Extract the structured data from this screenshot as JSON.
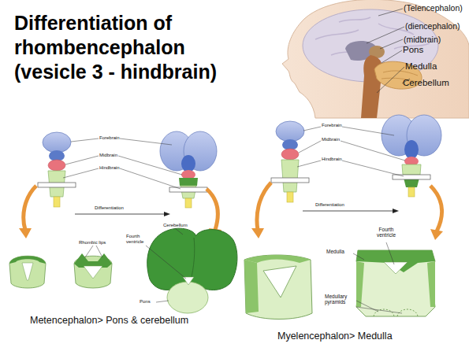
{
  "diagram": {
    "title": "Differentiation of rhombencephalon (vesicle 3 - hindbrain)",
    "labels": [
      "(Telencephalon)",
      "(diencephalon)",
      "(midbrain)",
      "Pons",
      "Medulla",
      "Cerebellum",
      "Forebrain",
      "Midbrain",
      "Hindbrain",
      "Differentiation",
      "Rhombic lips",
      "Cerebellum",
      "Fourth ventricle",
      "Pons",
      "Metencephalon> Pons & cerebellum",
      "Forebrain",
      "Midbrain",
      "Hindbrain",
      "Differentiation",
      "Fourth ventricle",
      "Medulla",
      "Medullary pyramids",
      "Myelencephalon> Medulla"
    ]
  }
}
